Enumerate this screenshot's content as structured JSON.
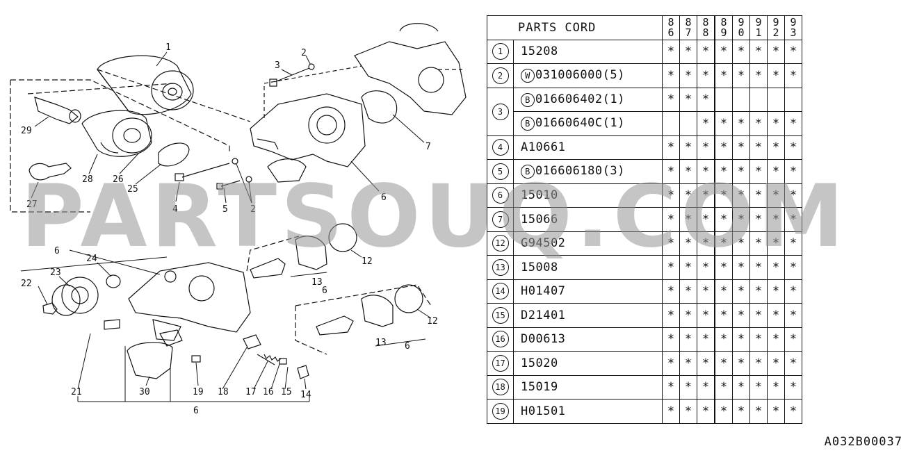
{
  "table": {
    "header_title": "PARTS CORD",
    "years": [
      [
        "8",
        "6"
      ],
      [
        "8",
        "7"
      ],
      [
        "8",
        "8"
      ],
      [
        "8",
        "9"
      ],
      [
        "9",
        "0"
      ],
      [
        "9",
        "1"
      ],
      [
        "9",
        "2"
      ],
      [
        "9",
        "3"
      ]
    ],
    "mark": "*",
    "rows": [
      {
        "ref": "1",
        "prefix": "",
        "code": "15208",
        "marks": [
          1,
          1,
          1,
          1,
          1,
          1,
          1,
          1
        ]
      },
      {
        "ref": "2",
        "prefix": "W",
        "code": "031006000(5)",
        "marks": [
          1,
          1,
          1,
          1,
          1,
          1,
          1,
          1
        ]
      },
      {
        "ref": "3",
        "prefix": "B",
        "code": "016606402(1)",
        "marks": [
          1,
          1,
          1,
          0,
          0,
          0,
          0,
          0
        ]
      },
      {
        "ref": "",
        "prefix": "B",
        "code": "01660640C(1)",
        "marks": [
          0,
          0,
          1,
          1,
          1,
          1,
          1,
          1
        ]
      },
      {
        "ref": "4",
        "prefix": "",
        "code": "A10661",
        "marks": [
          1,
          1,
          1,
          1,
          1,
          1,
          1,
          1
        ]
      },
      {
        "ref": "5",
        "prefix": "B",
        "code": "016606180(3)",
        "marks": [
          1,
          1,
          1,
          1,
          1,
          1,
          1,
          1
        ]
      },
      {
        "ref": "6",
        "prefix": "",
        "code": "15010",
        "marks": [
          1,
          1,
          1,
          1,
          1,
          1,
          1,
          1
        ]
      },
      {
        "ref": "7",
        "prefix": "",
        "code": "15066",
        "marks": [
          1,
          1,
          1,
          1,
          1,
          1,
          1,
          1
        ]
      },
      {
        "ref": "12",
        "prefix": "",
        "code": "G94502",
        "marks": [
          1,
          1,
          1,
          1,
          1,
          1,
          1,
          1
        ]
      },
      {
        "ref": "13",
        "prefix": "",
        "code": "15008",
        "marks": [
          1,
          1,
          1,
          1,
          1,
          1,
          1,
          1
        ]
      },
      {
        "ref": "14",
        "prefix": "",
        "code": "H01407",
        "marks": [
          1,
          1,
          1,
          1,
          1,
          1,
          1,
          1
        ]
      },
      {
        "ref": "15",
        "prefix": "",
        "code": "D21401",
        "marks": [
          1,
          1,
          1,
          1,
          1,
          1,
          1,
          1
        ]
      },
      {
        "ref": "16",
        "prefix": "",
        "code": "D00613",
        "marks": [
          1,
          1,
          1,
          1,
          1,
          1,
          1,
          1
        ]
      },
      {
        "ref": "17",
        "prefix": "",
        "code": "15020",
        "marks": [
          1,
          1,
          1,
          1,
          1,
          1,
          1,
          1
        ]
      },
      {
        "ref": "18",
        "prefix": "",
        "code": "15019",
        "marks": [
          1,
          1,
          1,
          1,
          1,
          1,
          1,
          1
        ]
      },
      {
        "ref": "19",
        "prefix": "",
        "code": "H01501",
        "marks": [
          1,
          1,
          1,
          1,
          1,
          1,
          1,
          1
        ]
      }
    ]
  },
  "diagram": {
    "callouts": {
      "c1": "1",
      "c2a": "2",
      "c3": "3",
      "c7": "7",
      "c29": "29",
      "c28": "28",
      "c26": "26",
      "c25": "25",
      "c27": "27",
      "c4": "4",
      "c5": "5",
      "c2b": "2",
      "c6a": "6",
      "c6b": "6",
      "c12a": "12",
      "c13a": "13",
      "c6c": "6",
      "c24": "24",
      "c23": "23",
      "c22": "22",
      "c12b": "12",
      "c13b": "13",
      "c6d": "6",
      "c21": "21",
      "c30": "30",
      "c19": "19",
      "c18": "18",
      "c17": "17",
      "c16": "16",
      "c15": "15",
      "c14": "14",
      "c6e": "6"
    }
  },
  "watermark": "PARTSOUQ.COM",
  "diagram_code": "A032B00037"
}
